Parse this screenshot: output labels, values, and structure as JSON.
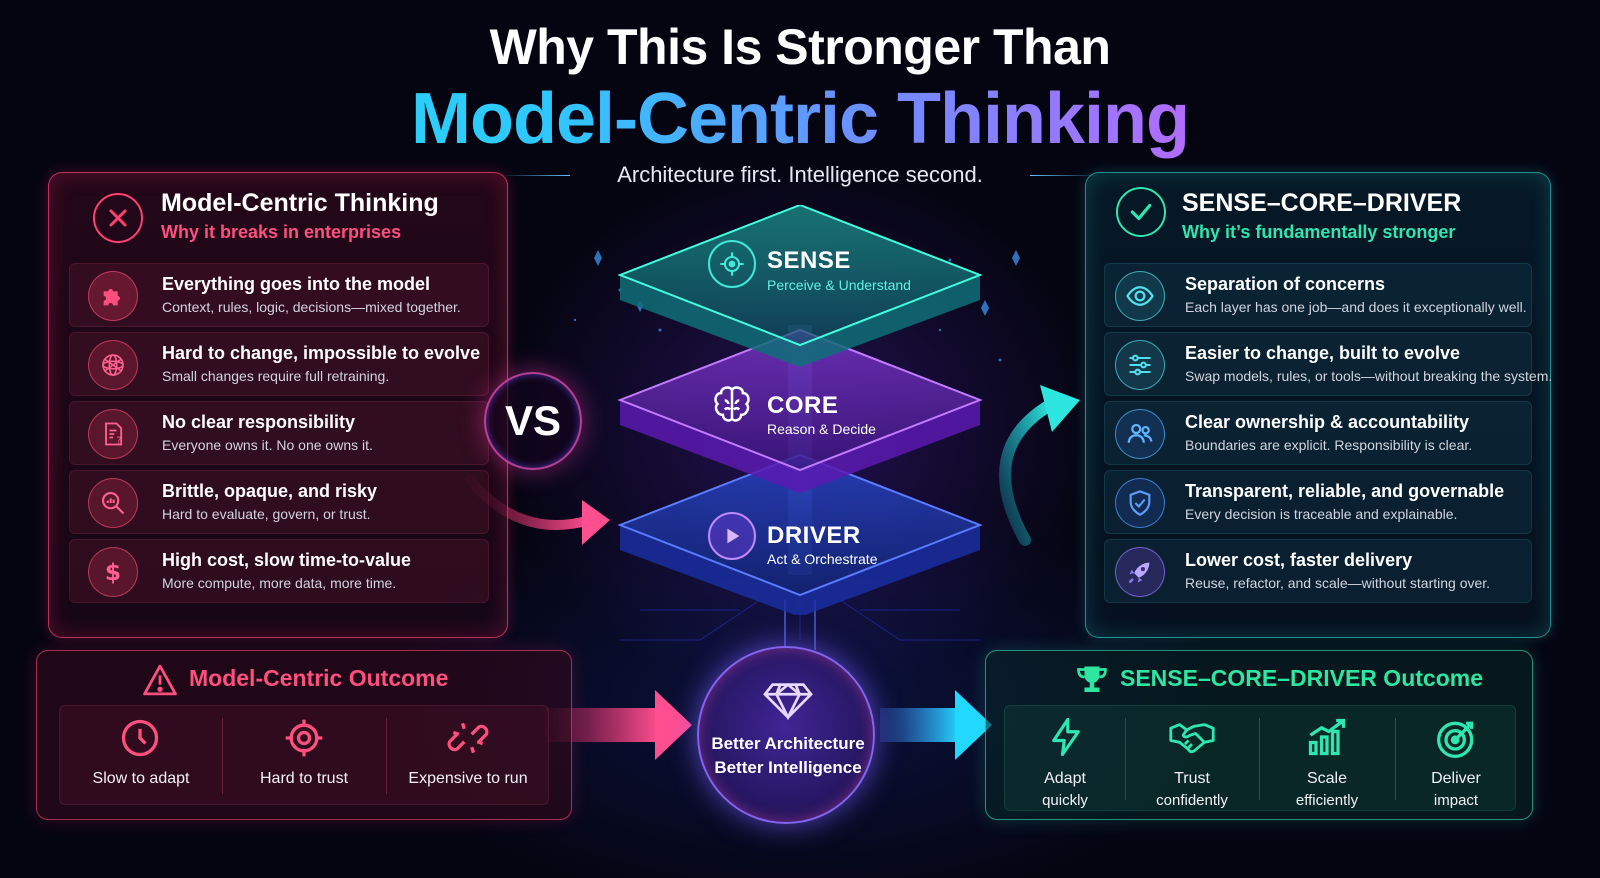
{
  "title": {
    "line1": "Why This Is Stronger Than",
    "line2": "Model-Centric Thinking",
    "tagline": "Architecture first.  Intelligence second."
  },
  "left_panel": {
    "title": "Model-Centric Thinking",
    "subtitle": "Why it breaks in enterprises",
    "items": [
      {
        "icon": "puzzle-icon",
        "title": "Everything goes into the model",
        "desc": "Context, rules, logic, decisions—mixed together."
      },
      {
        "icon": "tangled-network-icon",
        "title": "Hard to change, impossible to evolve",
        "desc": "Small changes require full retraining."
      },
      {
        "icon": "document-question-icon",
        "title": "No clear responsibility",
        "desc": "Everyone owns it. No one owns it."
      },
      {
        "icon": "magnifier-chart-icon",
        "title": "Brittle, opaque, and risky",
        "desc": "Hard to evaluate, govern, or trust."
      },
      {
        "icon": "dollar-icon",
        "title": "High cost, slow time-to-value",
        "desc": "More compute, more data, more time."
      }
    ]
  },
  "right_panel": {
    "title": "SENSE–CORE–DRIVER",
    "subtitle": "Why it’s fundamentally stronger",
    "items": [
      {
        "icon": "eye-icon",
        "title": "Separation of concerns",
        "desc": "Each layer has one job—and does it exceptionally well."
      },
      {
        "icon": "sliders-icon",
        "title": "Easier to change, built to evolve",
        "desc": "Swap models, rules, or tools—without breaking the system."
      },
      {
        "icon": "users-icon",
        "title": "Clear ownership & accountability",
        "desc": "Boundaries are explicit. Responsibility is clear."
      },
      {
        "icon": "shield-check-icon",
        "title": "Transparent, reliable, and governable",
        "desc": "Every decision is traceable and explainable."
      },
      {
        "icon": "rocket-icon",
        "title": "Lower cost, faster delivery",
        "desc": "Reuse, refactor, and scale—without starting over."
      }
    ]
  },
  "vs": "VS",
  "layers": {
    "sense": {
      "label": "SENSE",
      "sub": "Perceive & Understand"
    },
    "core": {
      "label": "CORE",
      "sub": "Reason & Decide"
    },
    "driver": {
      "label": "DRIVER",
      "sub": "Act & Orchestrate"
    }
  },
  "center": {
    "line1": "Better Architecture",
    "line2": "Better Intelligence"
  },
  "left_outcome": {
    "title": "Model-Centric Outcome",
    "items": [
      {
        "icon": "clock-icon",
        "label": "Slow to adapt"
      },
      {
        "icon": "target-icon",
        "label": "Hard to trust"
      },
      {
        "icon": "broken-link-icon",
        "label": "Expensive to run"
      }
    ]
  },
  "right_outcome": {
    "title": "SENSE–CORE–DRIVER Outcome",
    "items": [
      {
        "icon": "lightning-icon",
        "line1": "Adapt",
        "line2": "quickly"
      },
      {
        "icon": "handshake-icon",
        "line1": "Trust",
        "line2": "confidently"
      },
      {
        "icon": "growth-chart-icon",
        "line1": "Scale",
        "line2": "efficiently"
      },
      {
        "icon": "bullseye-icon",
        "line1": "Deliver",
        "line2": "impact"
      }
    ]
  },
  "colors": {
    "pink": "#ff3f7f",
    "teal": "#2ee6c8",
    "purple": "#a55cff",
    "blue": "#3f7bff"
  }
}
